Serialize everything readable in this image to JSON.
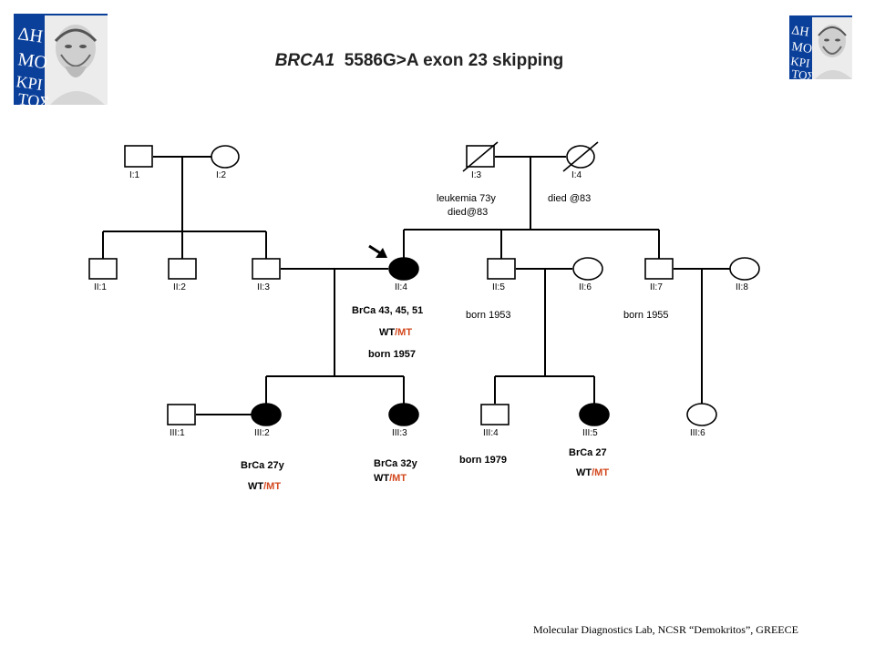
{
  "title": {
    "gene": "BRCA1",
    "variant": "5586G>A exon 23 skipping"
  },
  "logo": {
    "text_left": "ΔΗΜΟΚΡΙΤΟΣ",
    "text_right": "ΔΗΜΟΚΡΙΤΟΣ"
  },
  "individuals": {
    "I1": "I:1",
    "I2": "I:2",
    "I3": "I:3",
    "I4": "I:4",
    "II1": "II:1",
    "II2": "II:2",
    "II3": "II:3",
    "II4": "II:4",
    "II5": "II:5",
    "II6": "II:6",
    "II7": "II:7",
    "II8": "II:8",
    "III1": "III:1",
    "III2": "III:2",
    "III3": "III:3",
    "III4": "III:4",
    "III5": "III:5",
    "III6": "III:6"
  },
  "annotations": {
    "I3_line1": "leukemia 73y",
    "I3_line2": "died@83",
    "I4": "died @83",
    "II4_cancer": "BrCa 43, 45, 51",
    "II4_born": "born 1957",
    "II5_born": "born 1953",
    "II7_born": "born 1955",
    "III2_cancer": "BrCa 27y",
    "III3_cancer": "BrCa 32y",
    "III4_born": "born 1979",
    "III5_cancer": "BrCa 27"
  },
  "genotype": {
    "wt": "WT",
    "sep": "/",
    "mt": "MT"
  },
  "colors": {
    "logo_blue": "#0a3f9a",
    "mutation": "#d2481e"
  },
  "footer": "Molecular Diagnostics Lab, NCSR “Demokritos”, GREECE"
}
